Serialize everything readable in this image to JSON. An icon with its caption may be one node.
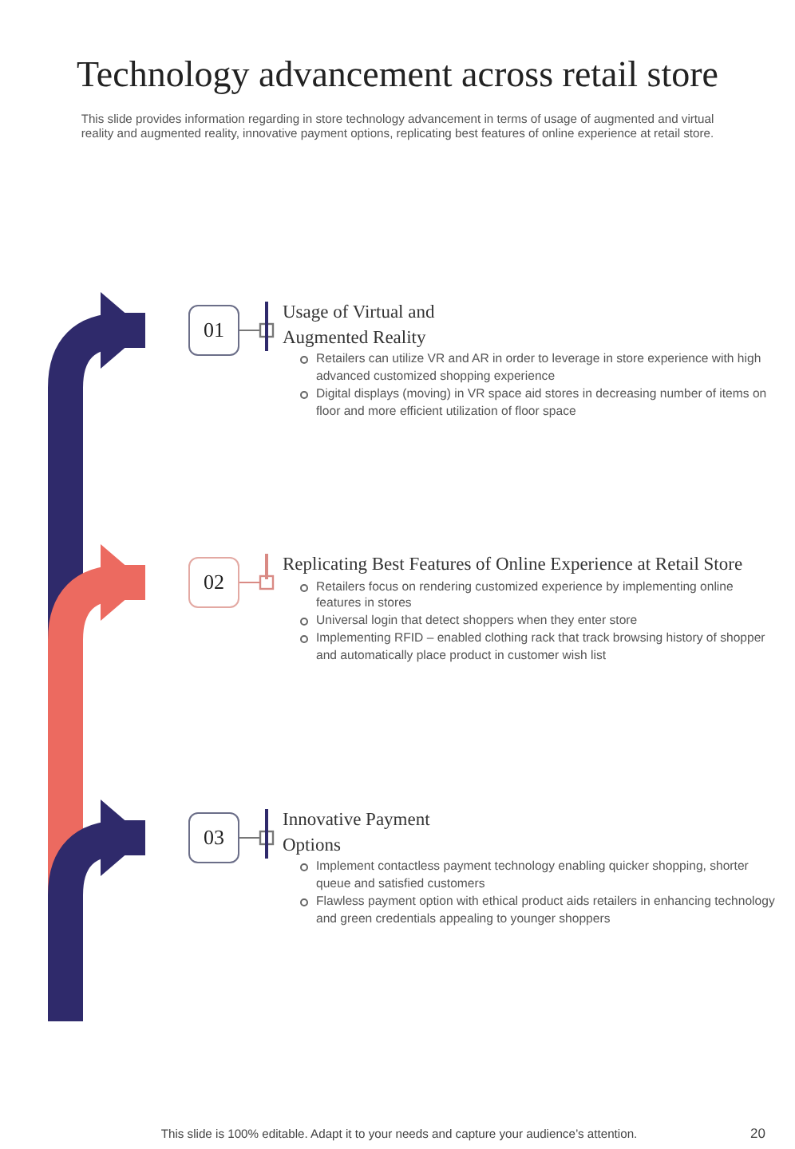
{
  "diagram": {
    "title": "Technology advancement across retail store",
    "nodes": [
      {
        "text": [
          "01"
        ]
      },
      {
        "text": [
          "Usage of Virtual and Augmented Reality",
          "Retailers can utilize VR and AR in order to leverage  in store experience with high advanced  customized shopping  experience",
          "Digital displays (moving)  in VR space aid stores in decreasing number  of items on floor  and more efficient  utilization of floor  space"
        ]
      },
      {
        "text": [
          "02"
        ]
      },
      {
        "text": [
          "Replicating Best Features of Online Experience at Retail Store",
          "Retailers focus on rendering customized experience  by implementing online features in stores",
          "Universal  login that detect shoppers when they enter store",
          "Implementing RFID – enabled clothing rack that track browsing history of shopper and automatically place product in customer wish list"
        ]
      },
      {
        "text": [
          "03"
        ]
      },
      {
        "text": [
          "Innovative Payment Options",
          "Implement  contactless payment technology enabling quicker shopping, shorter queue and satisfied customers",
          "Flawless payment option with ethical product aids retailers in enhancing technology and green credentials appealing to younger shoppers"
        ]
      }
    ],
    "edges": [
      {
        "from": null,
        "to": 0,
        "arrow": "to",
        "style": "thick",
        "color": "#2f2a6b"
      },
      {
        "from": null,
        "to": 2,
        "arrow": "to",
        "style": "thick",
        "color": "#ec6a60"
      },
      {
        "from": null,
        "to": 4,
        "arrow": "to",
        "style": "thick",
        "color": "#2f2a6b"
      },
      {
        "from": 0,
        "to": 1,
        "arrow": "other"
      },
      {
        "from": 2,
        "to": 3,
        "arrow": "other",
        "color": "#d98a84"
      },
      {
        "from": 4,
        "to": 5,
        "arrow": "other"
      }
    ],
    "labels": [
      "This slide provides information regarding in store technology advancement in terms of usage of augmented and virtual reality  and augmented reality, innovative payment options, replicating best features of online experience at retail store.",
      "This slide is 100% editable. Adapt it to your needs and capture your audience’s attention.",
      "20"
    ]
  }
}
